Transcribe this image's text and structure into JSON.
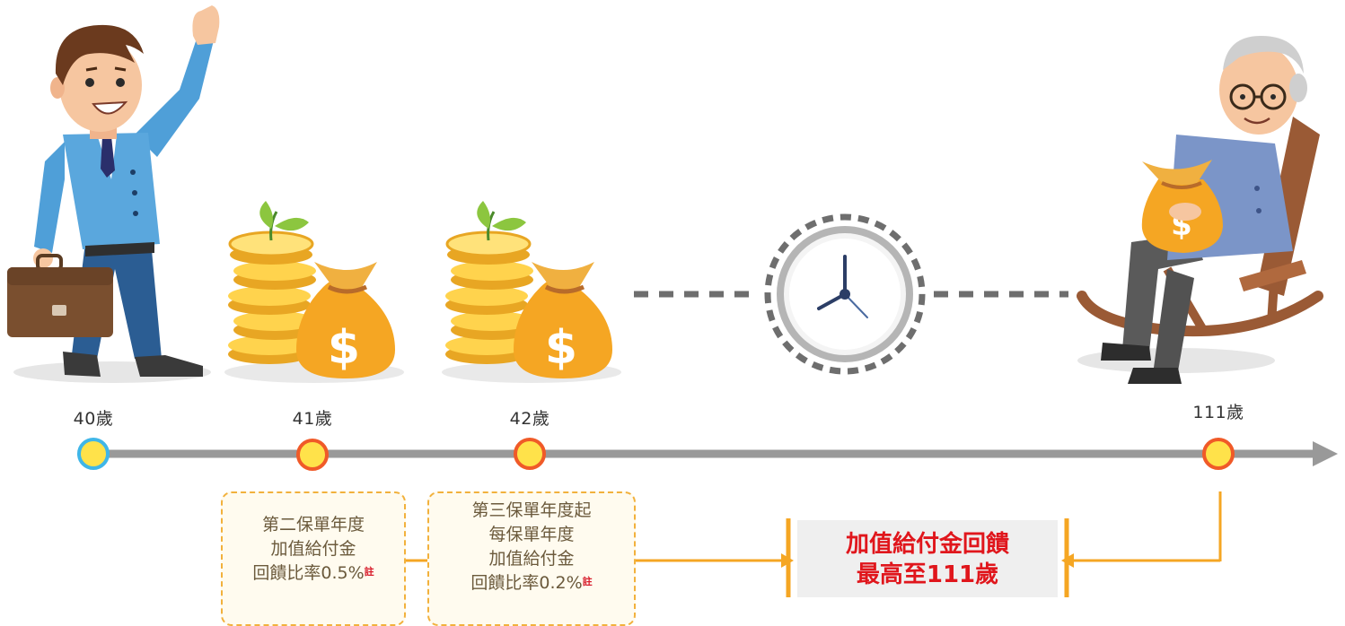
{
  "ages": [
    "40歲",
    "41歲",
    "42歲",
    "111歲"
  ],
  "box1": {
    "lines": [
      "第二保單年度",
      "加值給付金",
      "回饋比率0.5%"
    ],
    "note": "註"
  },
  "box2": {
    "lines": [
      "第三保單年度起",
      "每保單年度",
      "加值給付金",
      "回饋比率0.2%"
    ],
    "note": "註"
  },
  "final": {
    "lines": [
      "加值給付金回饋",
      "最高至111歲"
    ]
  },
  "colors": {
    "timeline": "#999999",
    "node_start_ring": "#3fb6e8",
    "node_ring": "#f05a28",
    "node_fill": "#ffe24a",
    "bracket": "#f5a623",
    "final_text": "#e0161c"
  }
}
